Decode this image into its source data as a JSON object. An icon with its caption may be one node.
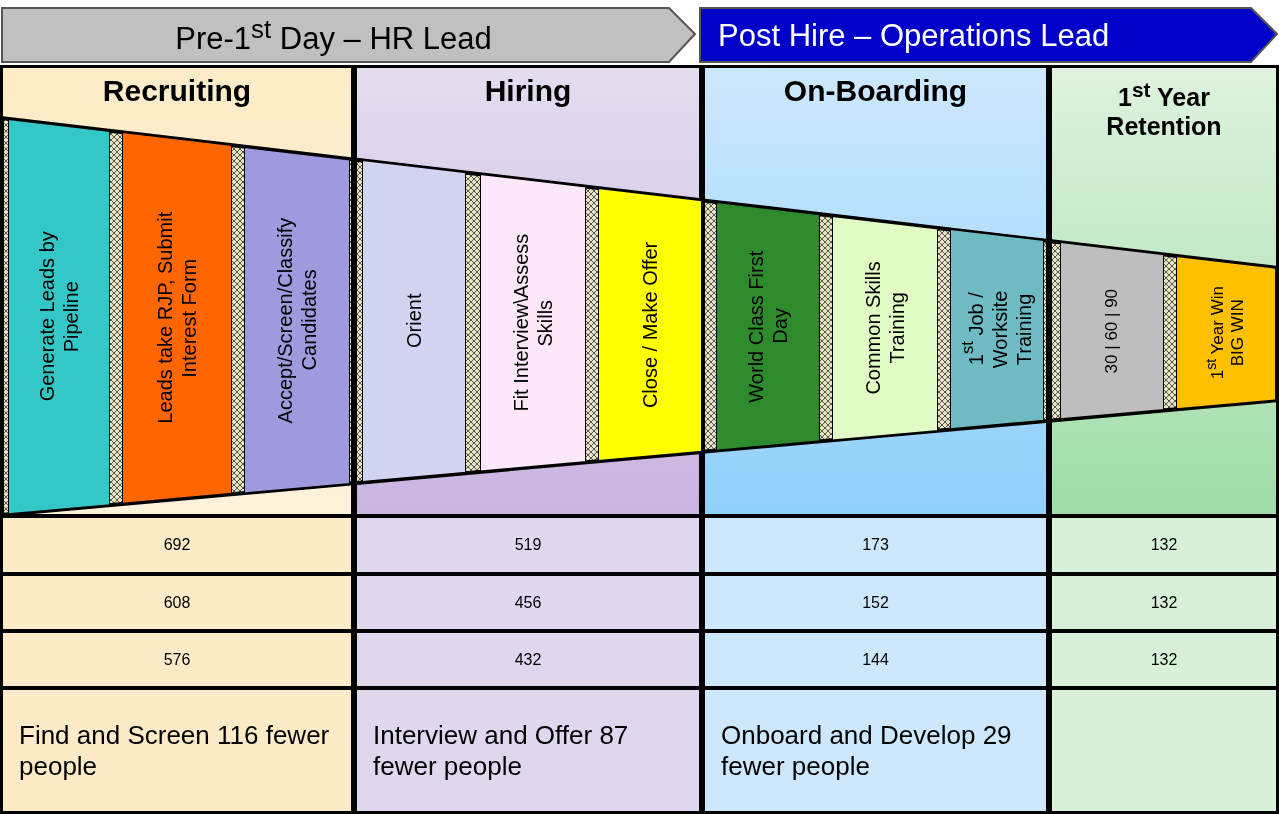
{
  "diagram": {
    "nodes": [
      {
        "text": [
          "Pre-1$^{st}$ Day – HR Lead"
        ]
      },
      {
        "text": [
          "Post Hire – Operations Lead"
        ]
      },
      {
        "text": [
          "Recruiting"
        ]
      },
      {
        "text": [
          "Hiring"
        ]
      },
      {
        "text": [
          "On-Boarding"
        ]
      },
      {
        "text": [
          "1$^{st}$ Year Retention"
        ]
      },
      {
        "text": [
          "Generate Leads by Pipeline"
        ],
        "in": 2
      },
      {
        "text": [
          "Leads take RJP, Submit Interest Form"
        ],
        "in": 2
      },
      {
        "text": [
          "Accept/Screen/Classify Candidates"
        ],
        "in": 2
      },
      {
        "text": [
          "Orient"
        ],
        "in": 3
      },
      {
        "text": [
          "Fit Interview\\Assess Skills"
        ],
        "in": 3
      },
      {
        "text": [
          "Close / Make Offer"
        ],
        "in": 3
      },
      {
        "text": [
          "World Class First Day"
        ],
        "in": 4
      },
      {
        "text": [
          "Common Skills Training"
        ],
        "in": 4
      },
      {
        "text": [
          "1$^{st}$ Job / Worksite Training"
        ],
        "in": 4
      },
      {
        "text": [
          "30 | 60 | 90"
        ],
        "in": 5
      },
      {
        "text": [
          "1$^{st}$ Year Win BIG WIN"
        ],
        "in": 5
      }
    ],
    "labels": [
      "692",
      "519",
      "173",
      "132",
      "608",
      "456",
      "152",
      "132",
      "576",
      "432",
      "144",
      "132",
      "Find and Screen 116 fewer people",
      "Interview and Offer 87 fewer people",
      "Onboard and Develop 29 fewer people"
    ]
  }
}
